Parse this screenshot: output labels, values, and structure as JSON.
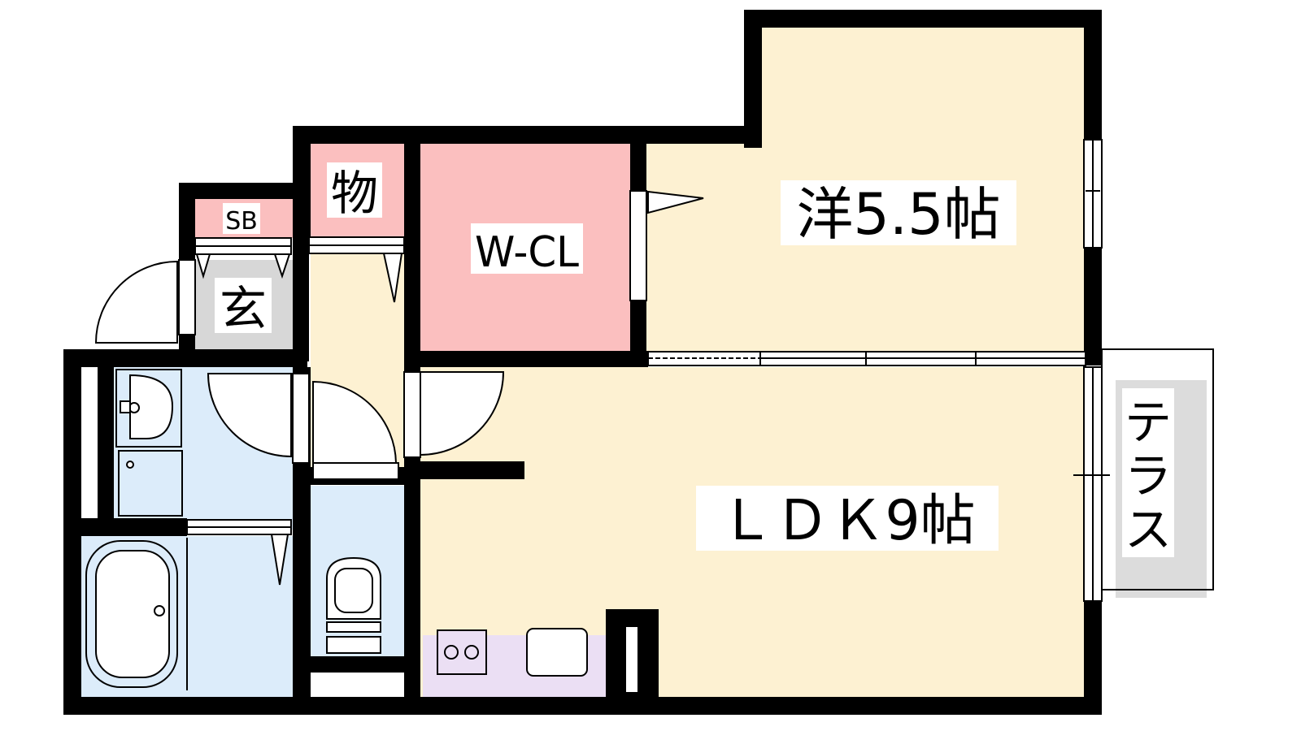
{
  "colors": {
    "wall": "#000000",
    "room_yellow": "#fdf1d2",
    "storage_pink": "#fbbfbf",
    "wet_blue": "#dcecfa",
    "entrance_gray": "#d7d7d7",
    "kitchen_lavender": "#ebdff4",
    "terrace_gray": "#dcdcdc"
  },
  "rooms": {
    "western": "洋5.5帖",
    "ldk": "ＬＤＫ9帖",
    "wcl": "W-CL",
    "storage": "物",
    "shoe_box": "SB",
    "entrance": "玄",
    "terrace": "テラス"
  },
  "icons": [
    "washbasin-icon",
    "washing-machine-pan-icon",
    "bathtub-icon",
    "toilet-icon",
    "stove-icon",
    "sink-icon"
  ]
}
